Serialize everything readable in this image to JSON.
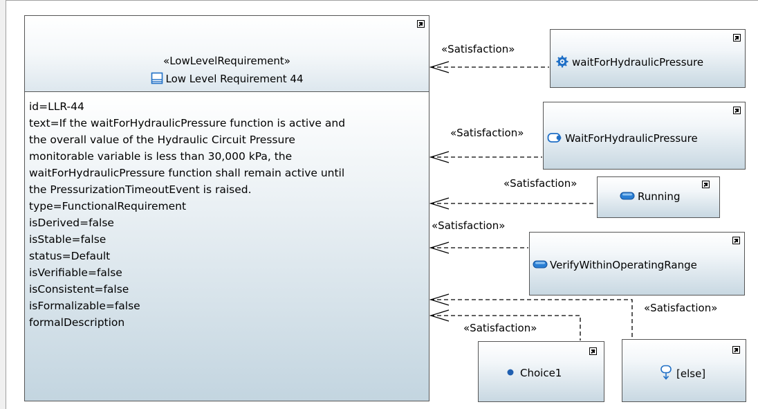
{
  "requirement": {
    "stereotype": "«LowLevelRequirement»",
    "name": "Low Level Requirement 44",
    "properties": [
      "id=LLR-44",
      "text=If the waitForHydraulicPressure function is active and",
      "the overall value of the Hydraulic Circuit Pressure",
      "monitorable variable is less than 30,000 kPa, the",
      "waitForHydraulicPressure function shall remain active until",
      "the PressurizationTimeoutEvent is raised.",
      "type=FunctionalRequirement",
      "isDerived=false",
      "isStable=false",
      "status=Default",
      "isVerifiable=false",
      "isConsistent=false",
      "isFormalizable=false",
      "formalDescription"
    ]
  },
  "elements": {
    "e1": {
      "name": "waitForHydraulicPressure",
      "icon": "gear-icon"
    },
    "e2": {
      "name": "WaitForHydraulicPressure",
      "icon": "state-machine-icon"
    },
    "e3": {
      "name": "Running",
      "icon": "state-icon"
    },
    "e4": {
      "name": "VerifyWithinOperatingRange",
      "icon": "state-icon"
    },
    "e5": {
      "name": "Choice1",
      "icon": "choice-icon"
    },
    "e6": {
      "name": "[else]",
      "icon": "transition-icon"
    }
  },
  "relations": {
    "stereotype": "«Satisfaction»"
  },
  "colors": {
    "node_border": "#555555",
    "node_gradient_bottom": "#c8d8e2",
    "icon_blue": "#1f6fc6"
  }
}
